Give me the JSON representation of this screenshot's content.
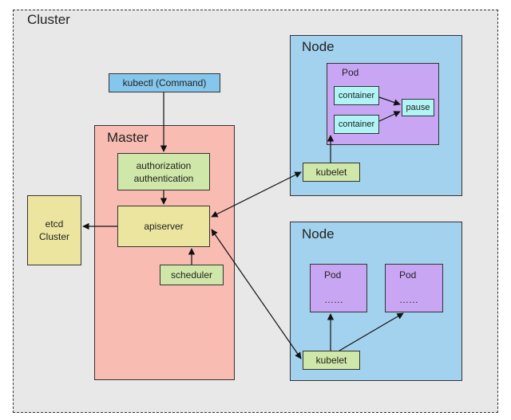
{
  "cluster": {
    "title": "Cluster"
  },
  "kubectl": {
    "label": "kubectl (Command)"
  },
  "master": {
    "title": "Master",
    "auth": {
      "line1": "authorization",
      "line2": "authentication"
    },
    "apiserver": "apiserver",
    "scheduler": "scheduler"
  },
  "etcd": {
    "line1": "etcd",
    "line2": "Cluster"
  },
  "node1": {
    "title": "Node",
    "pod": {
      "title": "Pod",
      "container1": "container",
      "container2": "container",
      "pause": "pause"
    },
    "kubelet": "kubelet"
  },
  "node2": {
    "title": "Node",
    "pod1": {
      "title": "Pod",
      "content": "……"
    },
    "pod2": {
      "title": "Pod",
      "content": "……"
    },
    "kubelet": "kubelet"
  }
}
